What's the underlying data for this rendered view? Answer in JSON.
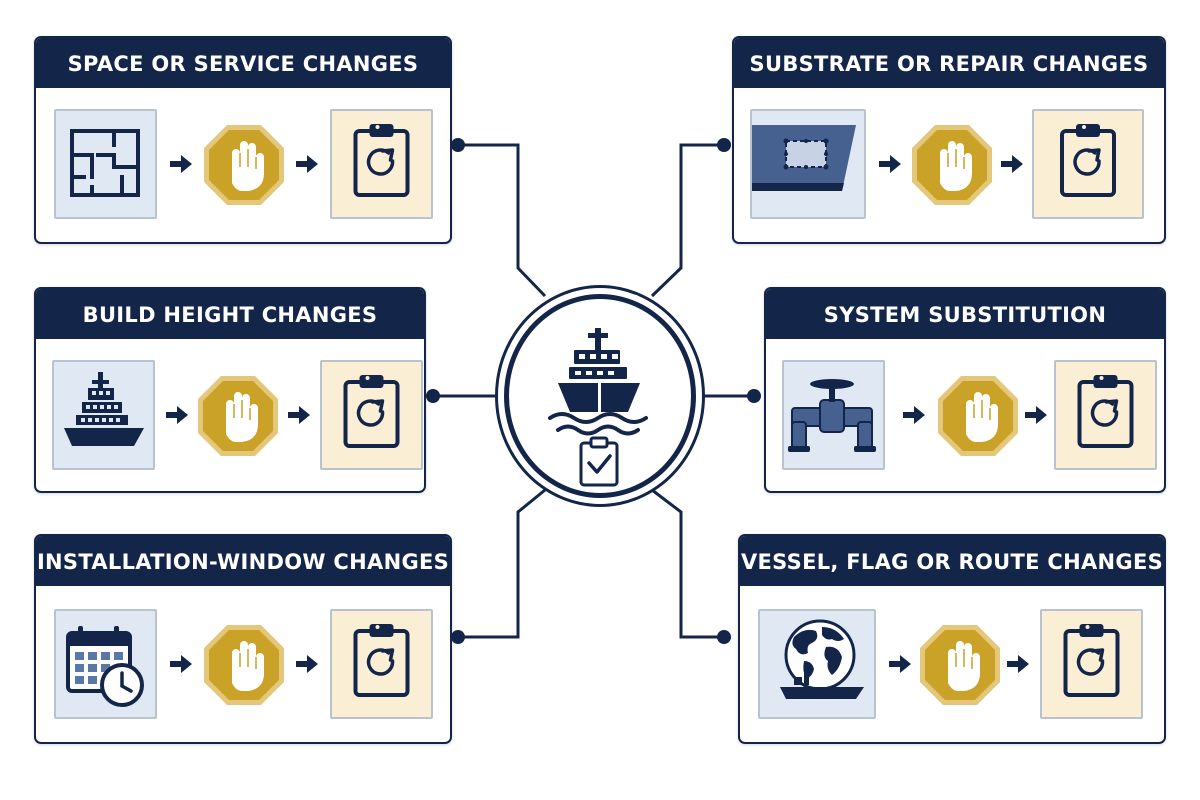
{
  "diagram": {
    "hub": {
      "icon": "ship-with-checklist-icon"
    },
    "cards": [
      {
        "id": "space",
        "title": "SPACE OR SERVICE CHANGES",
        "trigger_icon": "floor-plan-icon",
        "stop_icon": "stop-hand-icon",
        "result_icon": "clipboard-refresh-icon"
      },
      {
        "id": "height",
        "title": "BUILD HEIGHT CHANGES",
        "trigger_icon": "ship-superstructure-icon",
        "stop_icon": "stop-hand-icon",
        "result_icon": "clipboard-refresh-icon"
      },
      {
        "id": "window",
        "title": "INSTALLATION-WINDOW CHANGES",
        "trigger_icon": "calendar-clock-icon",
        "stop_icon": "stop-hand-icon",
        "result_icon": "clipboard-refresh-icon"
      },
      {
        "id": "substrate",
        "title": "SUBSTRATE OR REPAIR CHANGES",
        "trigger_icon": "hull-patch-icon",
        "stop_icon": "stop-hand-icon",
        "result_icon": "clipboard-refresh-icon"
      },
      {
        "id": "system",
        "title": "SYSTEM SUBSTITUTION",
        "trigger_icon": "pipe-valve-icon",
        "stop_icon": "stop-hand-icon",
        "result_icon": "clipboard-refresh-icon"
      },
      {
        "id": "vessel",
        "title": "VESSEL, FLAG OR ROUTE CHANGES",
        "trigger_icon": "globe-ship-icon",
        "stop_icon": "stop-hand-icon",
        "result_icon": "clipboard-refresh-icon"
      }
    ],
    "colors": {
      "navy": "#14254a",
      "gold": "#c9a227",
      "tile_blue": "#dfe8f3",
      "tile_cream": "#faefd5"
    }
  }
}
